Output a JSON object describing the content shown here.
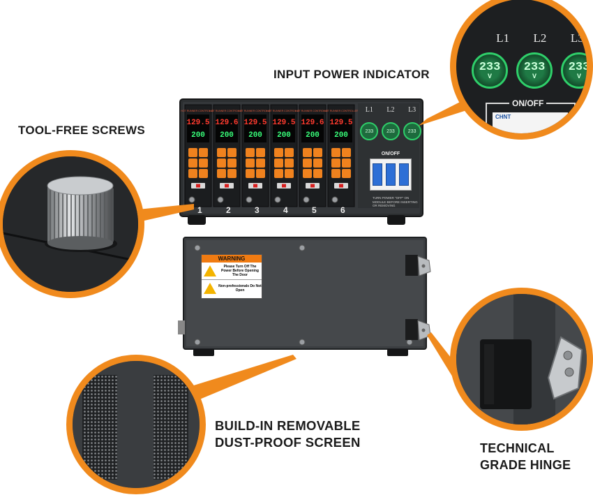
{
  "callouts": {
    "input_power": "INPUT POWER INDICATOR",
    "screws": "TOOL-FREE SCREWS",
    "dust_line1": "BUILD-IN REMOVABLE",
    "dust_line2": "DUST-PROOF SCREEN",
    "hinge_line1": "TECHNICAL",
    "hinge_line2": "GRADE HINGE"
  },
  "indicator": {
    "phases": [
      "L1",
      "L2",
      "L3"
    ],
    "voltage": "233",
    "unit": "V",
    "switch_label": "ON/OFF",
    "breaker_brand": "CHNT"
  },
  "controller": {
    "module_title": "HOT RUNNER CONTROLLER",
    "zones": [
      {
        "num": "1",
        "pv": "129.5",
        "sv": "200"
      },
      {
        "num": "2",
        "pv": "129.6",
        "sv": "200"
      },
      {
        "num": "3",
        "pv": "129.5",
        "sv": "200"
      },
      {
        "num": "4",
        "pv": "129.5",
        "sv": "200"
      },
      {
        "num": "5",
        "pv": "129.6",
        "sv": "200"
      },
      {
        "num": "6",
        "pv": "129.5",
        "sv": "200"
      }
    ],
    "warning_note": "TURN POWER \"OFF\" ON MODULE BEFORE INSERTING OR REMOVING"
  },
  "warning_label": {
    "title": "WARNING",
    "line1": "Please Turn Off The Power Before Opening The Door",
    "line2": "Non-professionals Do Not Open"
  },
  "colors": {
    "accent": "#f08a1d",
    "chassis": "#3a3d40",
    "display_red": "#ff3b2f",
    "display_green": "#39ff7a",
    "indicator_green": "#22c060"
  }
}
